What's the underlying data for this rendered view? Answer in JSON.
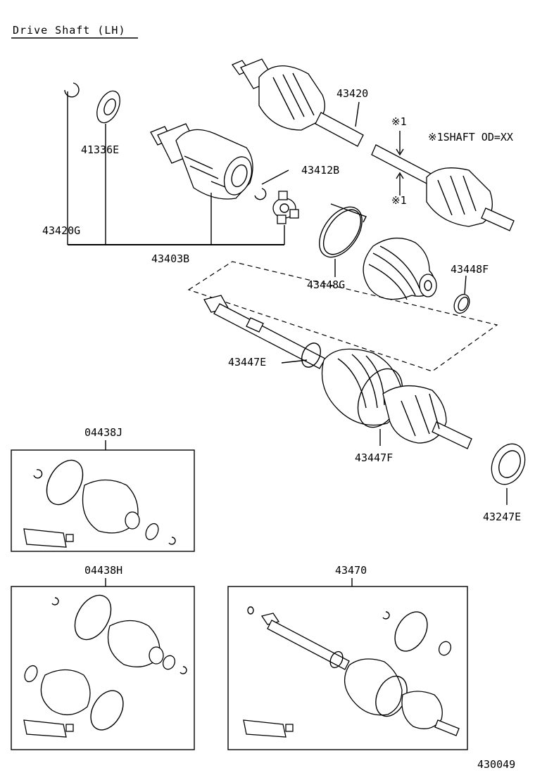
{
  "title": "Drive Shaft (LH)",
  "note": "※1SHAFT OD=XX",
  "marker": "※1",
  "figure_number": "430049",
  "labels": {
    "p43420": "43420",
    "p41336E": "41336E",
    "p43412B": "43412B",
    "p43420G": "43420G",
    "p43403B": "43403B",
    "p43448G": "43448G",
    "p43448F": "43448F",
    "p43447E": "43447E",
    "p43447F": "43447F",
    "p43247E": "43247E"
  },
  "kits": {
    "kit1": "04438J",
    "kit2": "04438H",
    "kit3": "43470"
  }
}
